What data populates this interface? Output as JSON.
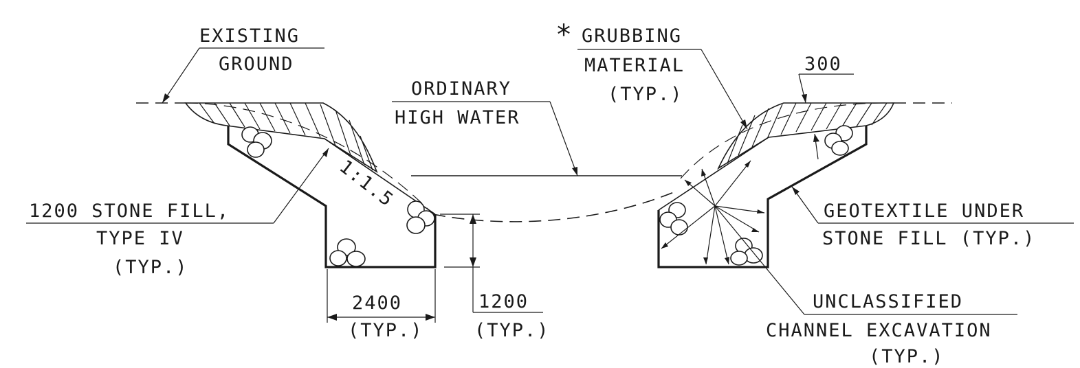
{
  "labels": {
    "existing_ground_1": "EXISTING",
    "existing_ground_2": "GROUND",
    "asterisk": "*",
    "grubbing_1": "GRUBBING",
    "grubbing_2": "MATERIAL",
    "grubbing_3": "(TYP.)",
    "ohw_1": "ORDINARY",
    "ohw_2": "HIGH WATER",
    "dim_300": "300",
    "stone_fill_1": "1200 STONE FILL,",
    "stone_fill_2": "TYPE IV",
    "stone_fill_3": "(TYP.)",
    "slope": "1:1.5",
    "dim_2400": "2400",
    "dim_2400_typ": "(TYP.)",
    "dim_1200": "1200",
    "dim_1200_typ": "(TYP.)",
    "geotextile_1": "GEOTEXTILE UNDER",
    "geotextile_2": "STONE FILL (TYP.)",
    "excavation_1": "UNCLASSIFIED",
    "excavation_2": "CHANNEL EXCAVATION",
    "excavation_3": "(TYP.)"
  }
}
